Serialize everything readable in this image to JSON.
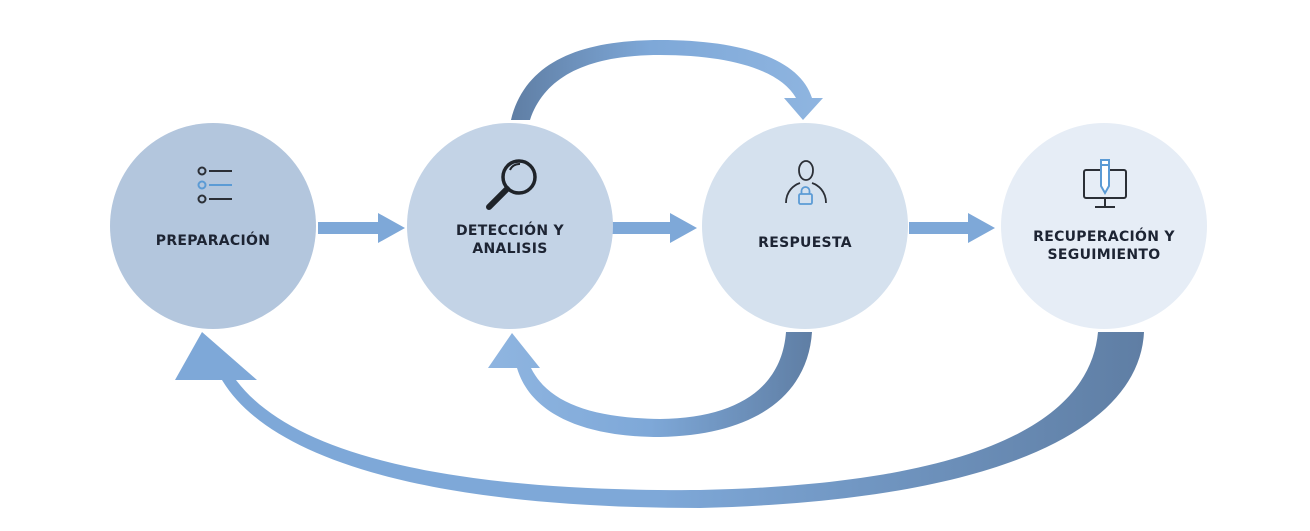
{
  "diagram": {
    "stages": [
      {
        "id": "preparacion",
        "lines": [
          "PREPARACIÓN"
        ],
        "icon": "checklist-icon",
        "color": "#b3c6dd"
      },
      {
        "id": "deteccion",
        "lines": [
          "DETECCIÓN Y",
          "ANALISIS"
        ],
        "icon": "magnifier-icon",
        "color": "#c3d3e6"
      },
      {
        "id": "respuesta",
        "lines": [
          "RESPUESTA"
        ],
        "icon": "user-lock-icon",
        "color": "#d5e1ee"
      },
      {
        "id": "recuperacion",
        "lines": [
          "RECUPERACIÓN Y",
          "SEGUIMIENTO"
        ],
        "icon": "monitor-pencil-icon",
        "color": "#e6edf6"
      }
    ],
    "colors": {
      "arrow_light": "#7ea8d8",
      "arrow_dark": "#5f7ea4",
      "text": "#1d2433",
      "icon_dark": "#2b2f36",
      "icon_accent": "#5b9bd5"
    },
    "flow": [
      {
        "from": "preparacion",
        "to": "deteccion"
      },
      {
        "from": "deteccion",
        "to": "respuesta"
      },
      {
        "from": "respuesta",
        "to": "recuperacion"
      },
      {
        "from": "deteccion",
        "to": "respuesta",
        "style": "loop-top"
      },
      {
        "from": "respuesta",
        "to": "deteccion",
        "style": "loop-bottom"
      },
      {
        "from": "recuperacion",
        "to": "preparacion",
        "style": "loop-bottom-large"
      }
    ]
  }
}
